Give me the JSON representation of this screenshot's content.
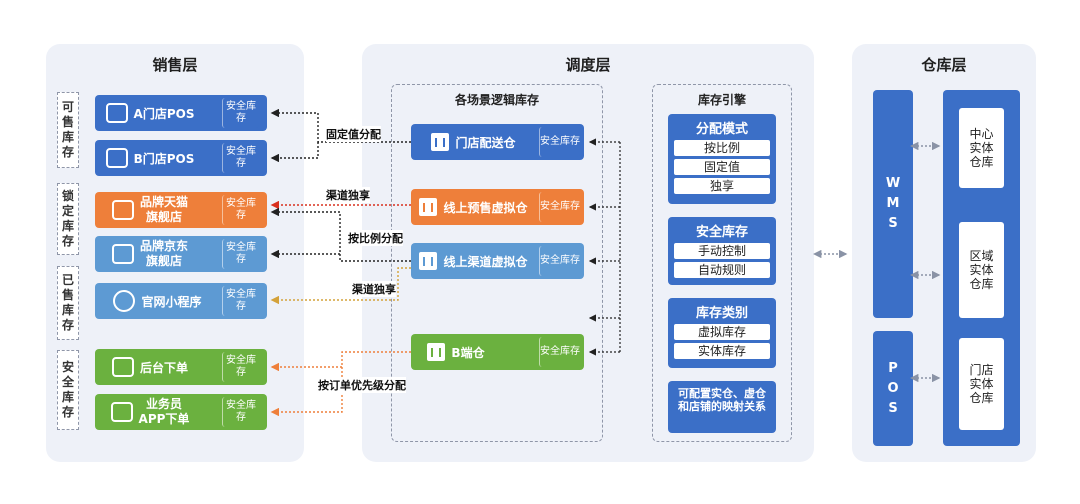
{
  "panels": {
    "sales_title": "销售层",
    "dispatch_title": "调度层",
    "warehouse_title": "仓库层"
  },
  "sales": {
    "groups": [
      "可售库存",
      "锁定库存",
      "已售库存",
      "安全库存"
    ],
    "nodes": [
      {
        "label": "A门店POS",
        "tag": "安全库存",
        "color": "#3b6fc7"
      },
      {
        "label": "B门店POS",
        "tag": "安全库存",
        "color": "#3b6fc7"
      },
      {
        "label": "品牌天猫旗舰店",
        "label_line1": "品牌天猫",
        "label_line2": "旗舰店",
        "tag": "安全库存",
        "color": "#ee7f3a"
      },
      {
        "label": "品牌京东旗舰店",
        "label_line1": "品牌京东",
        "label_line2": "旗舰店",
        "tag": "安全库存",
        "color": "#5d9ad3"
      },
      {
        "label": "官网小程序",
        "tag": "安全库存",
        "color": "#5d9ad3"
      },
      {
        "label": "后台下单",
        "tag": "安全库存",
        "color": "#6bb13f"
      },
      {
        "label": "业务员APP下单",
        "label_line1": "业务员",
        "label_line2": "APP下单",
        "tag": "安全库存",
        "color": "#6bb13f"
      }
    ]
  },
  "dispatch": {
    "logic_title": "各场景逻辑库存",
    "logic_nodes": [
      {
        "label": "门店配送仓",
        "tag": "安全库存",
        "color": "#3b6fc7"
      },
      {
        "label": "线上预售虚拟仓",
        "tag": "安全库存",
        "color": "#ee7f3a"
      },
      {
        "label": "线上渠道虚拟仓",
        "tag": "安全库存",
        "color": "#5d9ad3"
      },
      {
        "label": "B端仓",
        "tag": "安全库存",
        "color": "#6bb13f"
      }
    ],
    "engine_title": "库存引擎",
    "engine_groups": [
      {
        "title": "分配模式",
        "items": [
          "按比例",
          "固定值",
          "独享"
        ]
      },
      {
        "title": "安全库存",
        "items": [
          "手动控制",
          "自动规则"
        ]
      },
      {
        "title": "库存类别",
        "items": [
          "虚拟库存",
          "实体库存"
        ]
      }
    ],
    "engine_note": "可配置实仓、虚仓和店铺的映射关系"
  },
  "edge_labels": [
    "固定值分配",
    "渠道独享",
    "按比例分配",
    "渠道独享",
    "按订单优先级分配"
  ],
  "warehouse": {
    "systems": [
      {
        "label": "WMS",
        "chars": [
          "W",
          "M",
          "S"
        ]
      },
      {
        "label": "POS",
        "chars": [
          "P",
          "O",
          "S"
        ]
      }
    ],
    "stores": [
      {
        "label": "中心实体仓库",
        "lines": [
          "中心",
          "实体",
          "仓库"
        ]
      },
      {
        "label": "区域实体仓库",
        "lines": [
          "区域",
          "实体",
          "仓库"
        ]
      },
      {
        "label": "门店实体仓库",
        "lines": [
          "门店",
          "实体",
          "仓库"
        ]
      }
    ]
  },
  "colors": {
    "blue": "#3b6fc7",
    "orange": "#ee7f3a",
    "lightblue": "#5d9ad3",
    "green": "#6bb13f",
    "panel": "#eef1f8",
    "arrow_black": "#222222",
    "arrow_red": "#d9301e",
    "arrow_yellow": "#d4a23a",
    "arrow_orange": "#ee7f3a",
    "arrow_gray": "#8a93a6"
  }
}
